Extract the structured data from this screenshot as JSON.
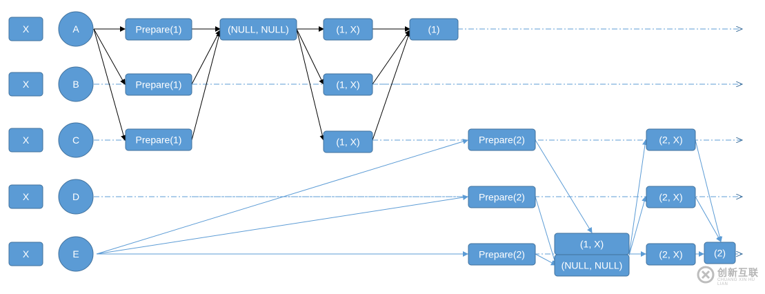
{
  "colors": {
    "node_fill": "#5b9bd5",
    "node_stroke": "#41719c",
    "node_text": "#ffffff",
    "black_arrow": "#000000",
    "blue_arrow": "#5b9bd5",
    "timeline": "#5b9bd5"
  },
  "rows": [
    {
      "x_label": "X",
      "node": "A"
    },
    {
      "x_label": "X",
      "node": "B"
    },
    {
      "x_label": "X",
      "node": "C"
    },
    {
      "x_label": "X",
      "node": "D"
    },
    {
      "x_label": "X",
      "node": "E"
    }
  ],
  "labels": {
    "prepare1": "Prepare(1)",
    "prepare2": "Prepare(2)",
    "null_null": "(NULL, NULL)",
    "one_x": "(1, X)",
    "one": "(1)",
    "two_x": "(2, X)",
    "two": "(2)"
  },
  "watermark": {
    "icon": "logo-icon",
    "text": "创新互联",
    "sub": "CHUANG XIN HU LIAN"
  }
}
